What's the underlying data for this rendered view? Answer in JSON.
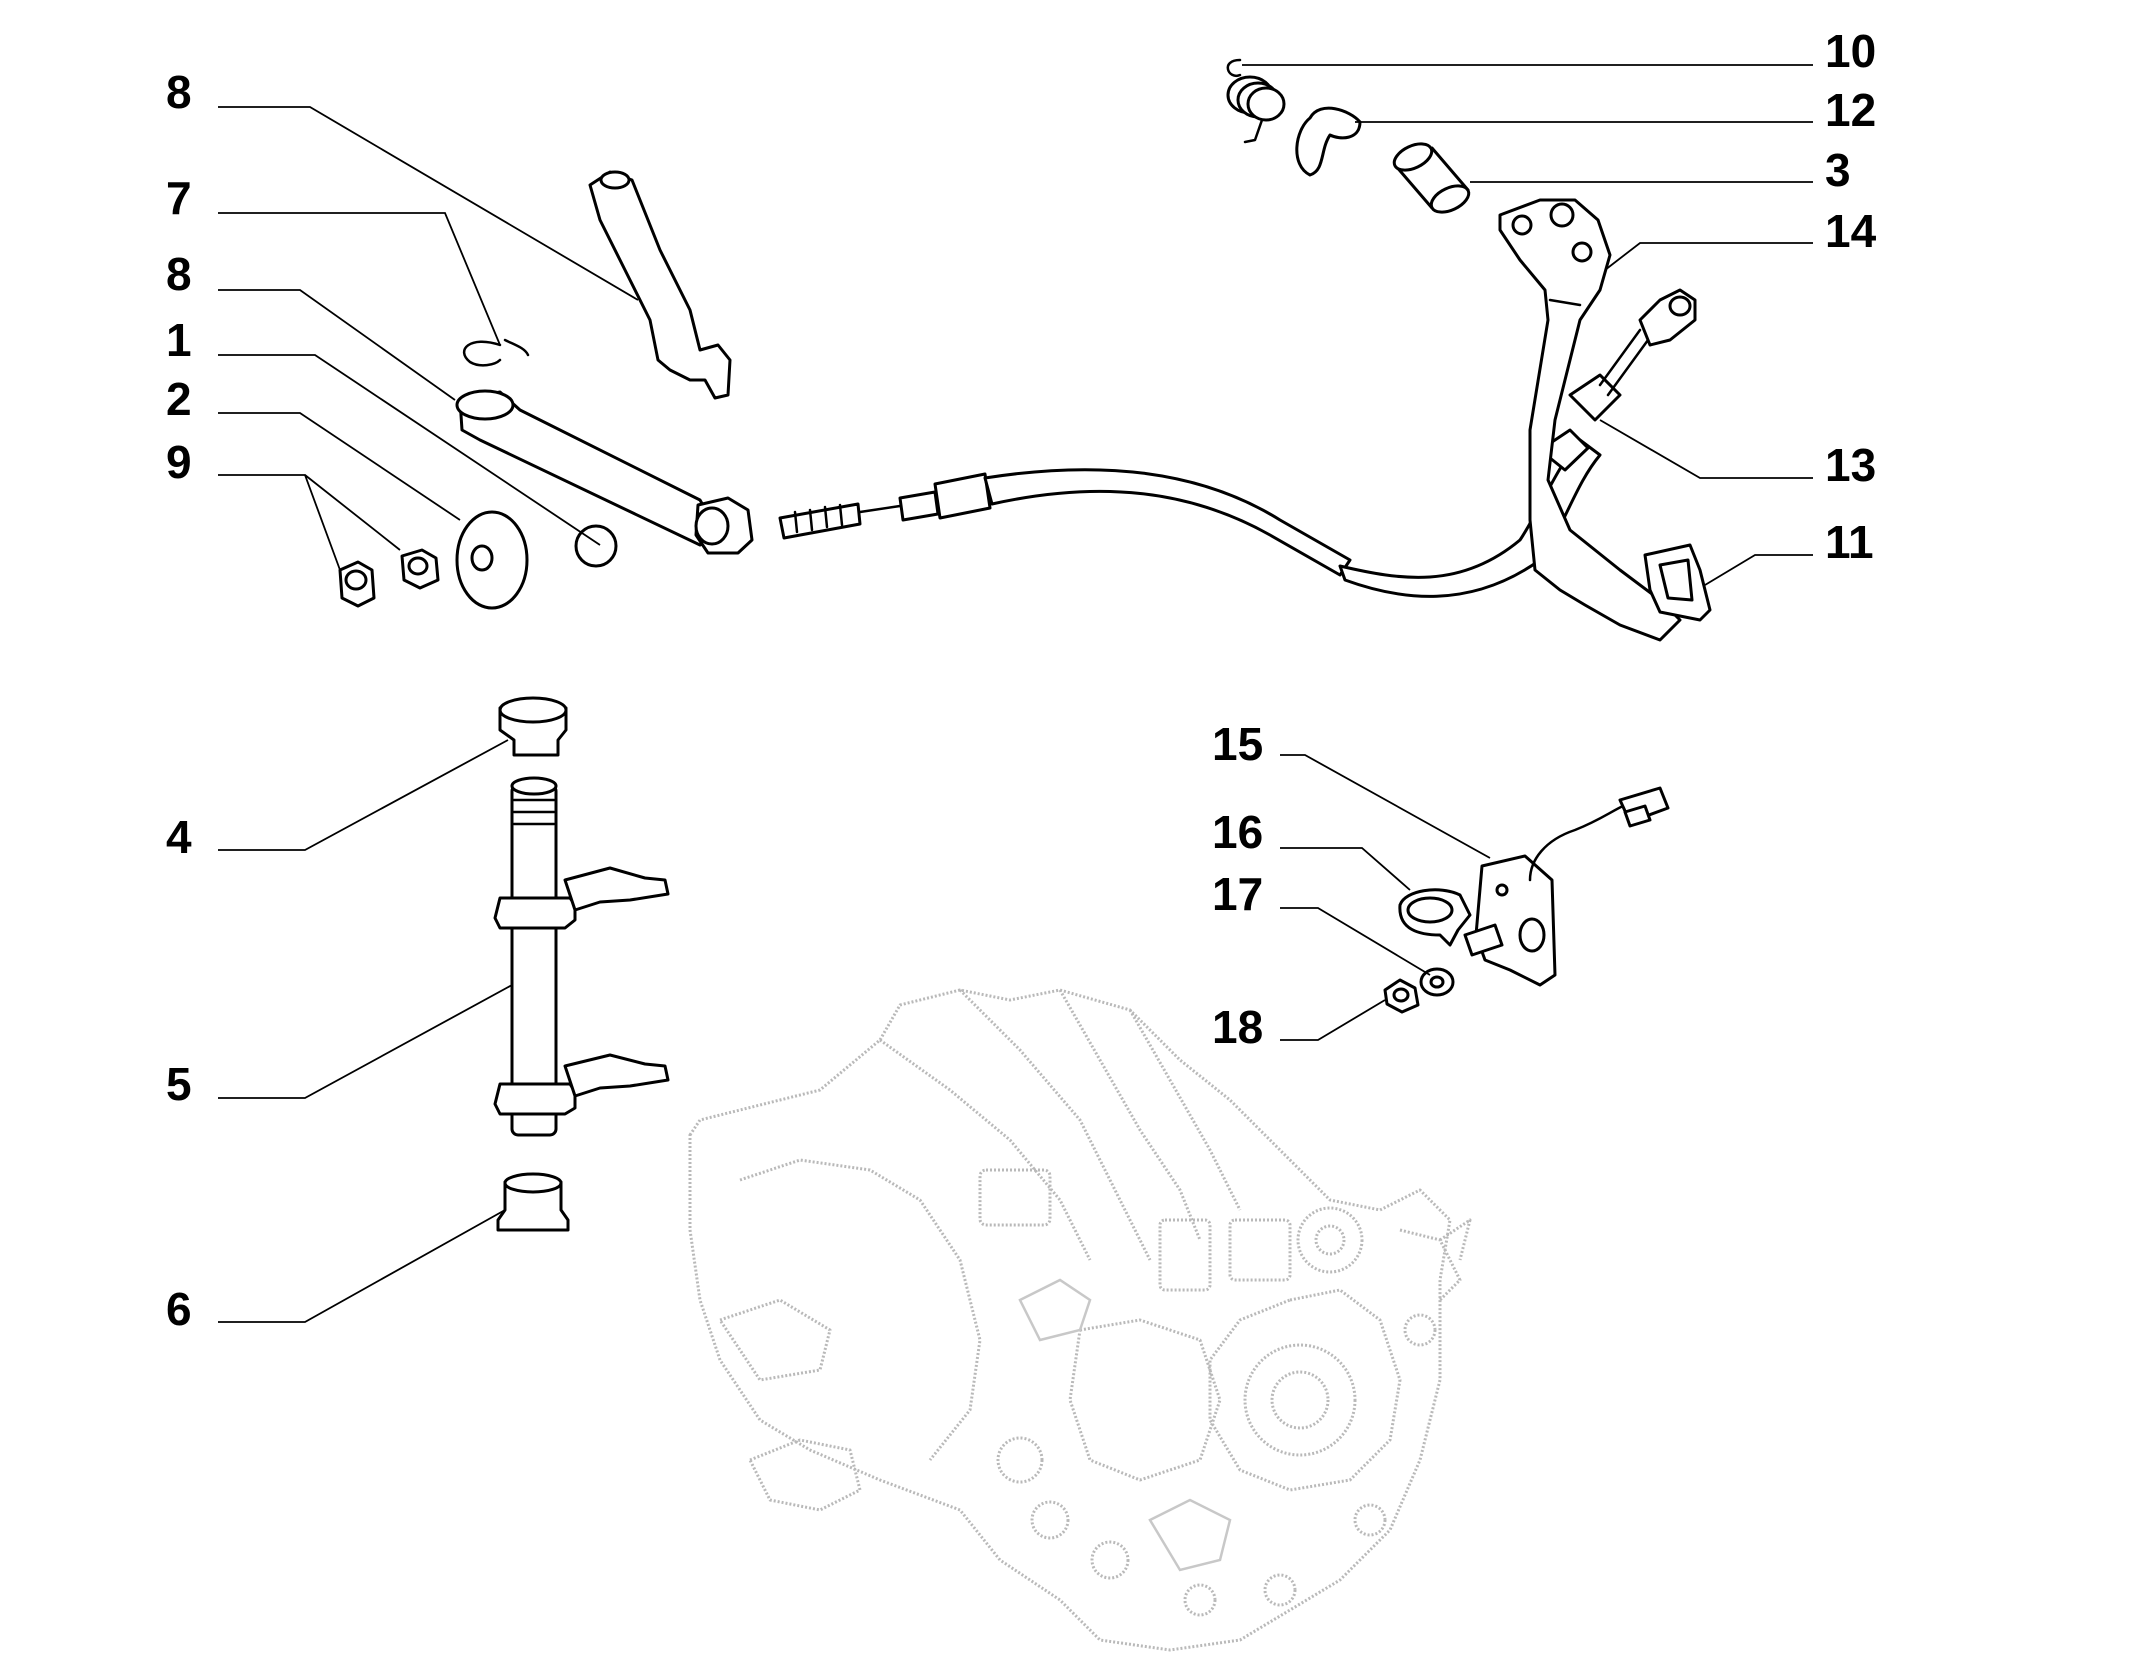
{
  "callouts": [
    {
      "id": "c8a",
      "label": "8"
    },
    {
      "id": "c7",
      "label": "7"
    },
    {
      "id": "c8b",
      "label": "8"
    },
    {
      "id": "c1",
      "label": "1"
    },
    {
      "id": "c2",
      "label": "2"
    },
    {
      "id": "c9",
      "label": "9"
    },
    {
      "id": "c4",
      "label": "4"
    },
    {
      "id": "c5",
      "label": "5"
    },
    {
      "id": "c6",
      "label": "6"
    },
    {
      "id": "c10",
      "label": "10"
    },
    {
      "id": "c12",
      "label": "12"
    },
    {
      "id": "c3",
      "label": "3"
    },
    {
      "id": "c14",
      "label": "14"
    },
    {
      "id": "c13",
      "label": "13"
    },
    {
      "id": "c11",
      "label": "11"
    },
    {
      "id": "c15",
      "label": "15"
    },
    {
      "id": "c16",
      "label": "16"
    },
    {
      "id": "c17",
      "label": "17"
    },
    {
      "id": "c18",
      "label": "18"
    }
  ],
  "colors": {
    "ink": "#000000",
    "ghost": "#b9b9b9",
    "background": "#ffffff"
  }
}
